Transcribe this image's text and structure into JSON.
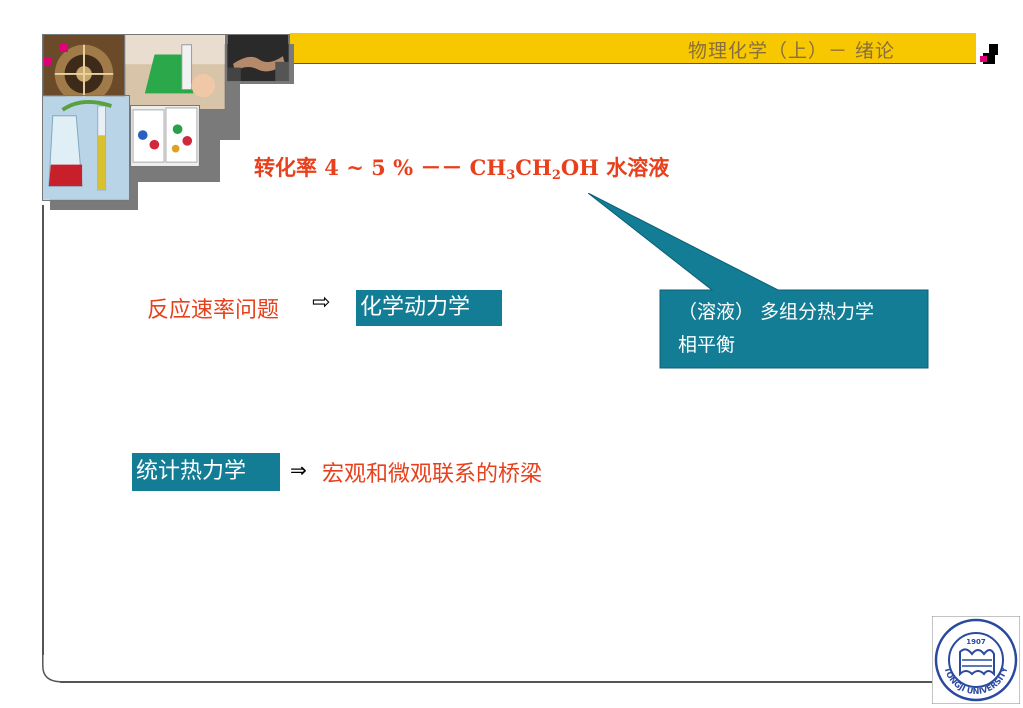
{
  "header": {
    "title": "物理化学（上）－ 绪论"
  },
  "content": {
    "rate_prefix": "转化率 4 ~ 5 % －－ ",
    "formula_c1": "CH",
    "formula_s1": "3",
    "formula_c2": "CH",
    "formula_s2": "2",
    "formula_c3": "OH",
    "rate_suffix": " 水溶液",
    "callout_line1": "（溶液） 多组分热力学",
    "callout_line2": "相平衡",
    "problem_label": "反应速率问题",
    "arrow1": "⇨",
    "kinetics_label": "化学动力学",
    "stat_label": "统计热力学",
    "arrow2": "⇒",
    "bridge_label": "宏观和微观联系的桥梁"
  },
  "logo": {
    "year": "1907",
    "text": "TONGJI UNIVERSITY"
  },
  "colors": {
    "header_bar": "#f7c800",
    "accent_red": "#e8401c",
    "teal": "#137d96"
  }
}
